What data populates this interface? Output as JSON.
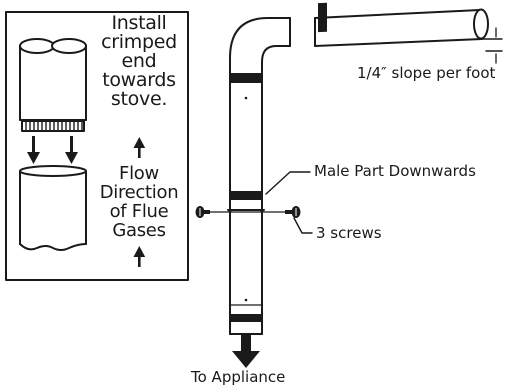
{
  "inset": {
    "install_lines": [
      "Install",
      "crimped",
      "end",
      "towards",
      "stove."
    ],
    "flow_lines": [
      "Flow",
      "Direction",
      "of Flue",
      "Gases"
    ]
  },
  "labels": {
    "slope": "1/4″ slope per foot",
    "male_part": "Male Part Downwards",
    "screws": "3 screws",
    "appliance": "To Appliance"
  },
  "colors": {
    "line": "#1a1a1a",
    "band": "#1a1a1a",
    "background": "#ffffff"
  }
}
